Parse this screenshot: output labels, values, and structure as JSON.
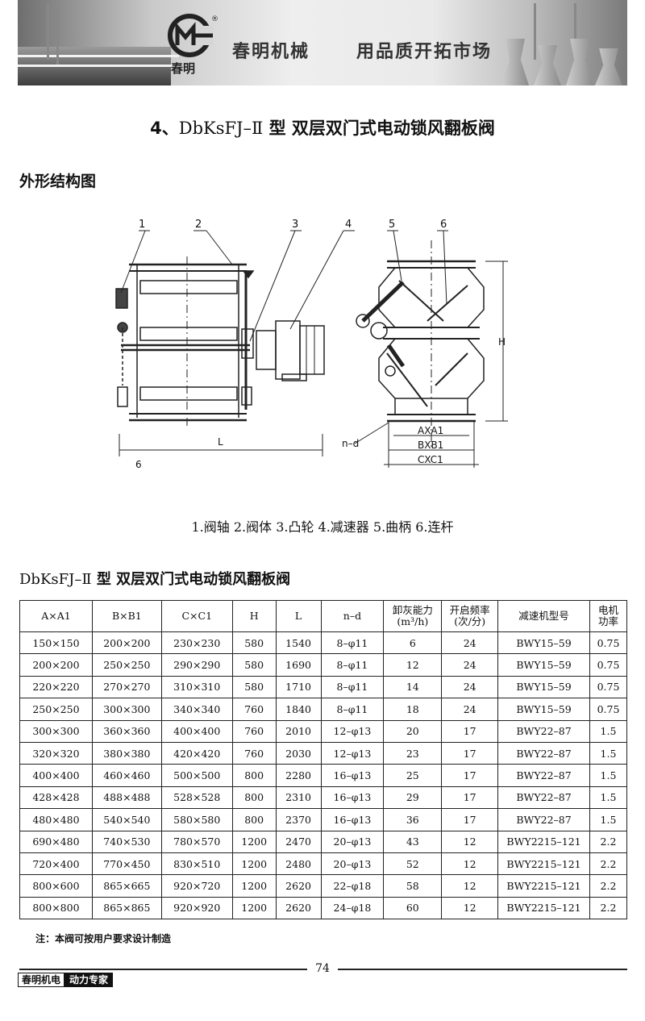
{
  "header": {
    "company": "春明机械",
    "slogan": "用品质开拓市场",
    "logo_text": "春明",
    "logo_mark": "®"
  },
  "title": {
    "number": "4、",
    "model": "DbKsFJ–Ⅱ",
    "name": "型 双层双门式电动锁风翻板阀"
  },
  "section_heading": "外形结构图",
  "drawing_labels": {
    "callouts": [
      "1",
      "2",
      "3",
      "4",
      "5",
      "6"
    ],
    "dim_L": "L",
    "dim_6": "6",
    "dim_H": "H",
    "dim_nd": "n–d",
    "dim_axa1": "AXA1",
    "dim_bxb1": "BXB1",
    "dim_cxc1": "CXC1"
  },
  "legend": "1.阀轴 2.阀体 3.凸轮 4.减速器 5.曲柄 6.连杆",
  "table_title": {
    "model": "DbKsFJ–Ⅱ",
    "name": "型 双层双门式电动锁风翻板阀"
  },
  "table": {
    "headers": [
      "A×A1",
      "B×B1",
      "C×C1",
      "H",
      "L",
      "n–d",
      "卸灰能力\n(m³/h)",
      "开启频率\n(次/分)",
      "减速机型号",
      "电机\n功率"
    ],
    "rows": [
      [
        "150×150",
        "200×200",
        "230×230",
        "580",
        "1540",
        "8–φ11",
        "6",
        "24",
        "BWY15–59",
        "0.75"
      ],
      [
        "200×200",
        "250×250",
        "290×290",
        "580",
        "1690",
        "8–φ11",
        "12",
        "24",
        "BWY15–59",
        "0.75"
      ],
      [
        "220×220",
        "270×270",
        "310×310",
        "580",
        "1710",
        "8–φ11",
        "14",
        "24",
        "BWY15–59",
        "0.75"
      ],
      [
        "250×250",
        "300×300",
        "340×340",
        "760",
        "1840",
        "8–φ11",
        "18",
        "24",
        "BWY15–59",
        "0.75"
      ],
      [
        "300×300",
        "360×360",
        "400×400",
        "760",
        "2010",
        "12–φ13",
        "20",
        "17",
        "BWY22–87",
        "1.5"
      ],
      [
        "320×320",
        "380×380",
        "420×420",
        "760",
        "2030",
        "12–φ13",
        "23",
        "17",
        "BWY22–87",
        "1.5"
      ],
      [
        "400×400",
        "460×460",
        "500×500",
        "800",
        "2280",
        "16–φ13",
        "25",
        "17",
        "BWY22–87",
        "1.5"
      ],
      [
        "428×428",
        "488×488",
        "528×528",
        "800",
        "2310",
        "16–φ13",
        "29",
        "17",
        "BWY22–87",
        "1.5"
      ],
      [
        "480×480",
        "540×540",
        "580×580",
        "800",
        "2370",
        "16–φ13",
        "36",
        "17",
        "BWY22–87",
        "1.5"
      ],
      [
        "690×480",
        "740×530",
        "780×570",
        "1200",
        "2470",
        "20–φ13",
        "43",
        "12",
        "BWY2215–121",
        "2.2"
      ],
      [
        "720×400",
        "770×450",
        "830×510",
        "1200",
        "2480",
        "20–φ13",
        "52",
        "12",
        "BWY2215–121",
        "2.2"
      ],
      [
        "800×600",
        "865×665",
        "920×720",
        "1200",
        "2620",
        "22–φ18",
        "58",
        "12",
        "BWY2215–121",
        "2.2"
      ],
      [
        "800×800",
        "865×865",
        "920×920",
        "1200",
        "2620",
        "24–φ18",
        "60",
        "12",
        "BWY2215–121",
        "2.2"
      ]
    ]
  },
  "note": "注：本阀可按用户要求设计制造",
  "footer": {
    "brand": "春明机电",
    "tagline": "动力专家",
    "page_number": "74"
  }
}
